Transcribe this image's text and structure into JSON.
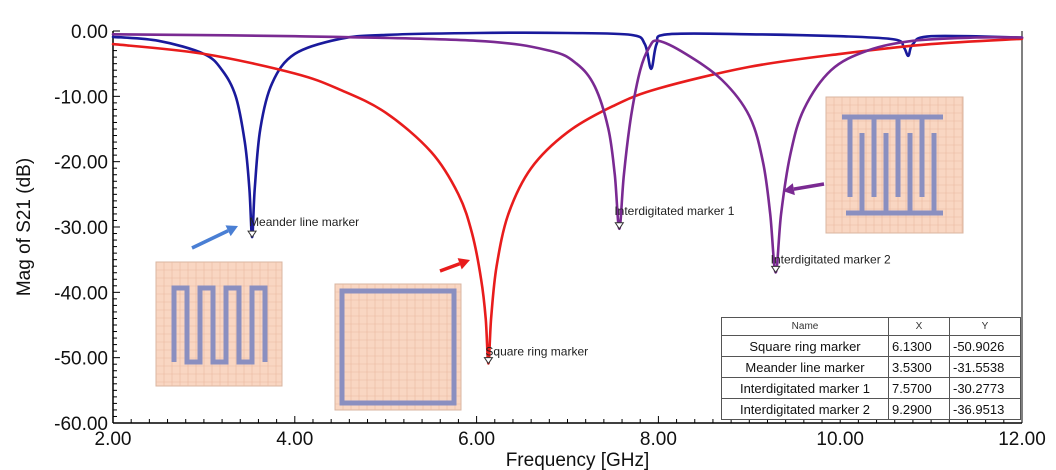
{
  "chart_data": {
    "type": "line",
    "title": "",
    "xlabel": "Frequency [GHz]",
    "ylabel": "Mag of S21 (dB)",
    "xlim": [
      2.0,
      12.0
    ],
    "ylim": [
      -60.0,
      0.0
    ],
    "x_ticks": [
      "2.00",
      "4.00",
      "6.00",
      "8.00",
      "10.00",
      "12.00"
    ],
    "y_ticks": [
      "0.00",
      "-10.00",
      "-20.00",
      "-30.00",
      "-40.00",
      "-50.00",
      "-60.00"
    ],
    "grid": false,
    "series": [
      {
        "color": "#1a1a9c",
        "x": [
          2.0,
          2.5,
          3.0,
          3.2,
          3.35,
          3.45,
          3.5,
          3.53,
          3.56,
          3.62,
          3.75,
          4.0,
          4.5,
          5.0,
          6.0,
          7.0,
          7.7,
          7.85,
          7.92,
          7.98,
          8.1,
          9.0,
          10.0,
          10.6,
          10.7,
          10.75,
          10.8,
          11.0,
          12.0
        ],
        "y": [
          -0.9,
          -1.5,
          -3.5,
          -6.0,
          -10.0,
          -17.0,
          -24.0,
          -31.55,
          -24.0,
          -15.0,
          -8.0,
          -3.5,
          -1.2,
          -0.6,
          -0.3,
          -0.3,
          -0.6,
          -2.0,
          -5.8,
          -2.0,
          -0.5,
          -0.5,
          -0.8,
          -1.3,
          -2.5,
          -3.8,
          -2.0,
          -0.8,
          -1.0
        ]
      },
      {
        "color": "#e81c1c",
        "x": [
          2.0,
          3.0,
          4.0,
          4.5,
          5.0,
          5.5,
          5.8,
          5.95,
          6.05,
          6.1,
          6.13,
          6.16,
          6.22,
          6.35,
          6.6,
          7.0,
          7.5,
          8.0,
          9.0,
          10.0,
          11.0,
          12.0
        ],
        "y": [
          -2.0,
          -3.5,
          -6.5,
          -9.0,
          -12.5,
          -18.5,
          -25.0,
          -31.0,
          -38.0,
          -44.0,
          -50.9,
          -44.0,
          -36.0,
          -28.0,
          -21.0,
          -15.5,
          -11.5,
          -8.8,
          -5.5,
          -3.5,
          -2.0,
          -1.2
        ]
      },
      {
        "color": "#7a2a92",
        "x": [
          2.0,
          4.0,
          6.0,
          6.8,
          7.1,
          7.3,
          7.45,
          7.52,
          7.57,
          7.62,
          7.7,
          7.8,
          7.9,
          8.0,
          8.3,
          8.7,
          9.0,
          9.15,
          9.23,
          9.29,
          9.35,
          9.45,
          9.6,
          9.9,
          10.3,
          10.8,
          11.5,
          12.0
        ],
        "y": [
          -0.5,
          -0.8,
          -1.5,
          -3.0,
          -5.0,
          -8.5,
          -15.0,
          -22.0,
          -30.28,
          -22.0,
          -13.0,
          -6.0,
          -2.5,
          -1.5,
          -3.5,
          -7.5,
          -13.0,
          -20.0,
          -28.0,
          -36.95,
          -28.0,
          -19.0,
          -12.0,
          -6.0,
          -3.0,
          -1.5,
          -1.0,
          -1.0
        ]
      }
    ],
    "markers": [
      {
        "label": "Square ring marker",
        "x": 6.13,
        "y": -50.9026,
        "color": "#e81c1c"
      },
      {
        "label": "Meander line marker",
        "x": 3.53,
        "y": -31.5538,
        "color": "#1a1a9c"
      },
      {
        "label": "Interdigitated marker 1",
        "x": 7.57,
        "y": -30.2773,
        "color": "#7a2a92"
      },
      {
        "label": "Interdigitated marker 2",
        "x": 9.29,
        "y": -36.9513,
        "color": "#7a2a92"
      }
    ],
    "table": {
      "headers": [
        "Name",
        "X",
        "Y"
      ],
      "rows": [
        [
          "Square ring marker",
          "6.1300",
          "-50.9026"
        ],
        [
          "Meander line marker",
          "3.5300",
          "-31.5538"
        ],
        [
          "Interdigitated marker 1",
          "7.5700",
          "-30.2773"
        ],
        [
          "Interdigitated marker 2",
          "9.2900",
          "-36.9513"
        ]
      ]
    }
  },
  "insets": [
    {
      "name": "meander-line-inset",
      "shape": "meander",
      "fill": "#f9d6c2",
      "grid": "#e9b9a0",
      "stroke": "#8a8fc0"
    },
    {
      "name": "square-ring-inset",
      "shape": "square-ring",
      "fill": "#f9d6c2",
      "grid": "#e9b9a0",
      "stroke": "#8a8fc0"
    },
    {
      "name": "interdigitated-inset",
      "shape": "interdigitated",
      "fill": "#f9d6c2",
      "grid": "#e9b9a0",
      "stroke": "#8a8fc0"
    }
  ],
  "arrows": [
    {
      "name": "meander-arrow",
      "color": "#4a7fd4"
    },
    {
      "name": "square-ring-arrow",
      "color": "#e81c1c"
    },
    {
      "name": "interdigitated-arrow",
      "color": "#7a2a92"
    }
  ]
}
